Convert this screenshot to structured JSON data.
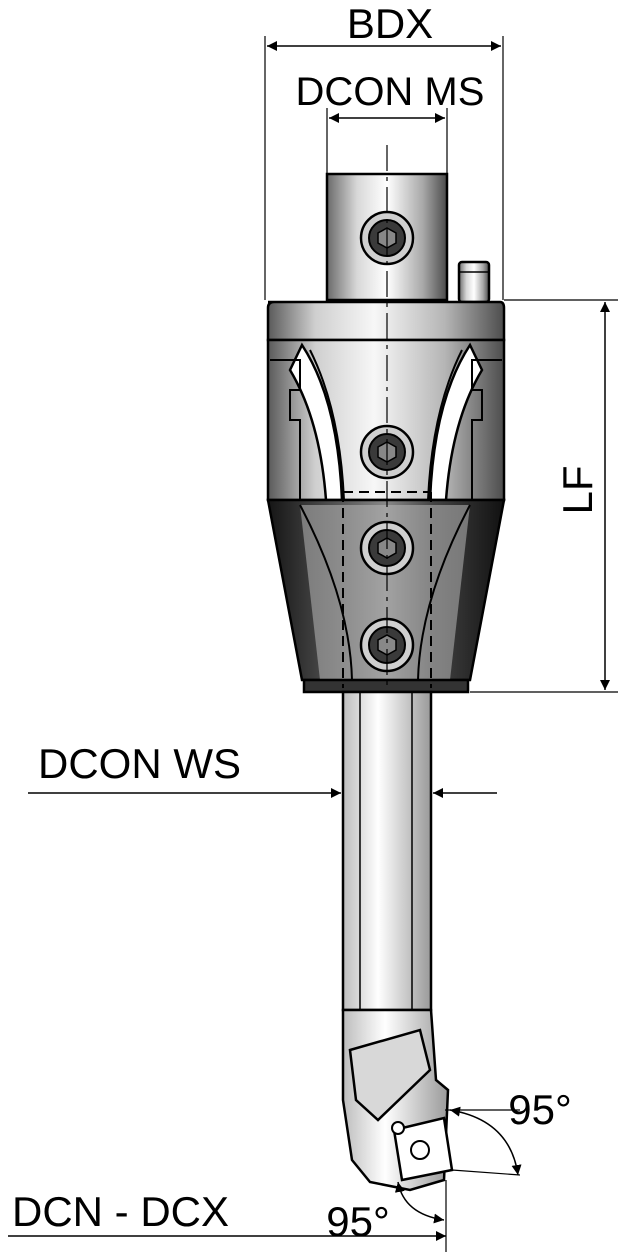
{
  "labels": {
    "bdx": "BDX",
    "dcon_ms": "DCON MS",
    "lf": "LF",
    "dcon_ws": "DCON WS",
    "dcn_dcx": "DCN - DCX",
    "angle_side": "95°",
    "angle_bottom": "95°"
  },
  "colors": {
    "line": "#000000",
    "dark_body": "#2b2b2b",
    "mid_body": "#9a9a9a",
    "light_body": "#e6e6e6",
    "background": "#ffffff"
  }
}
